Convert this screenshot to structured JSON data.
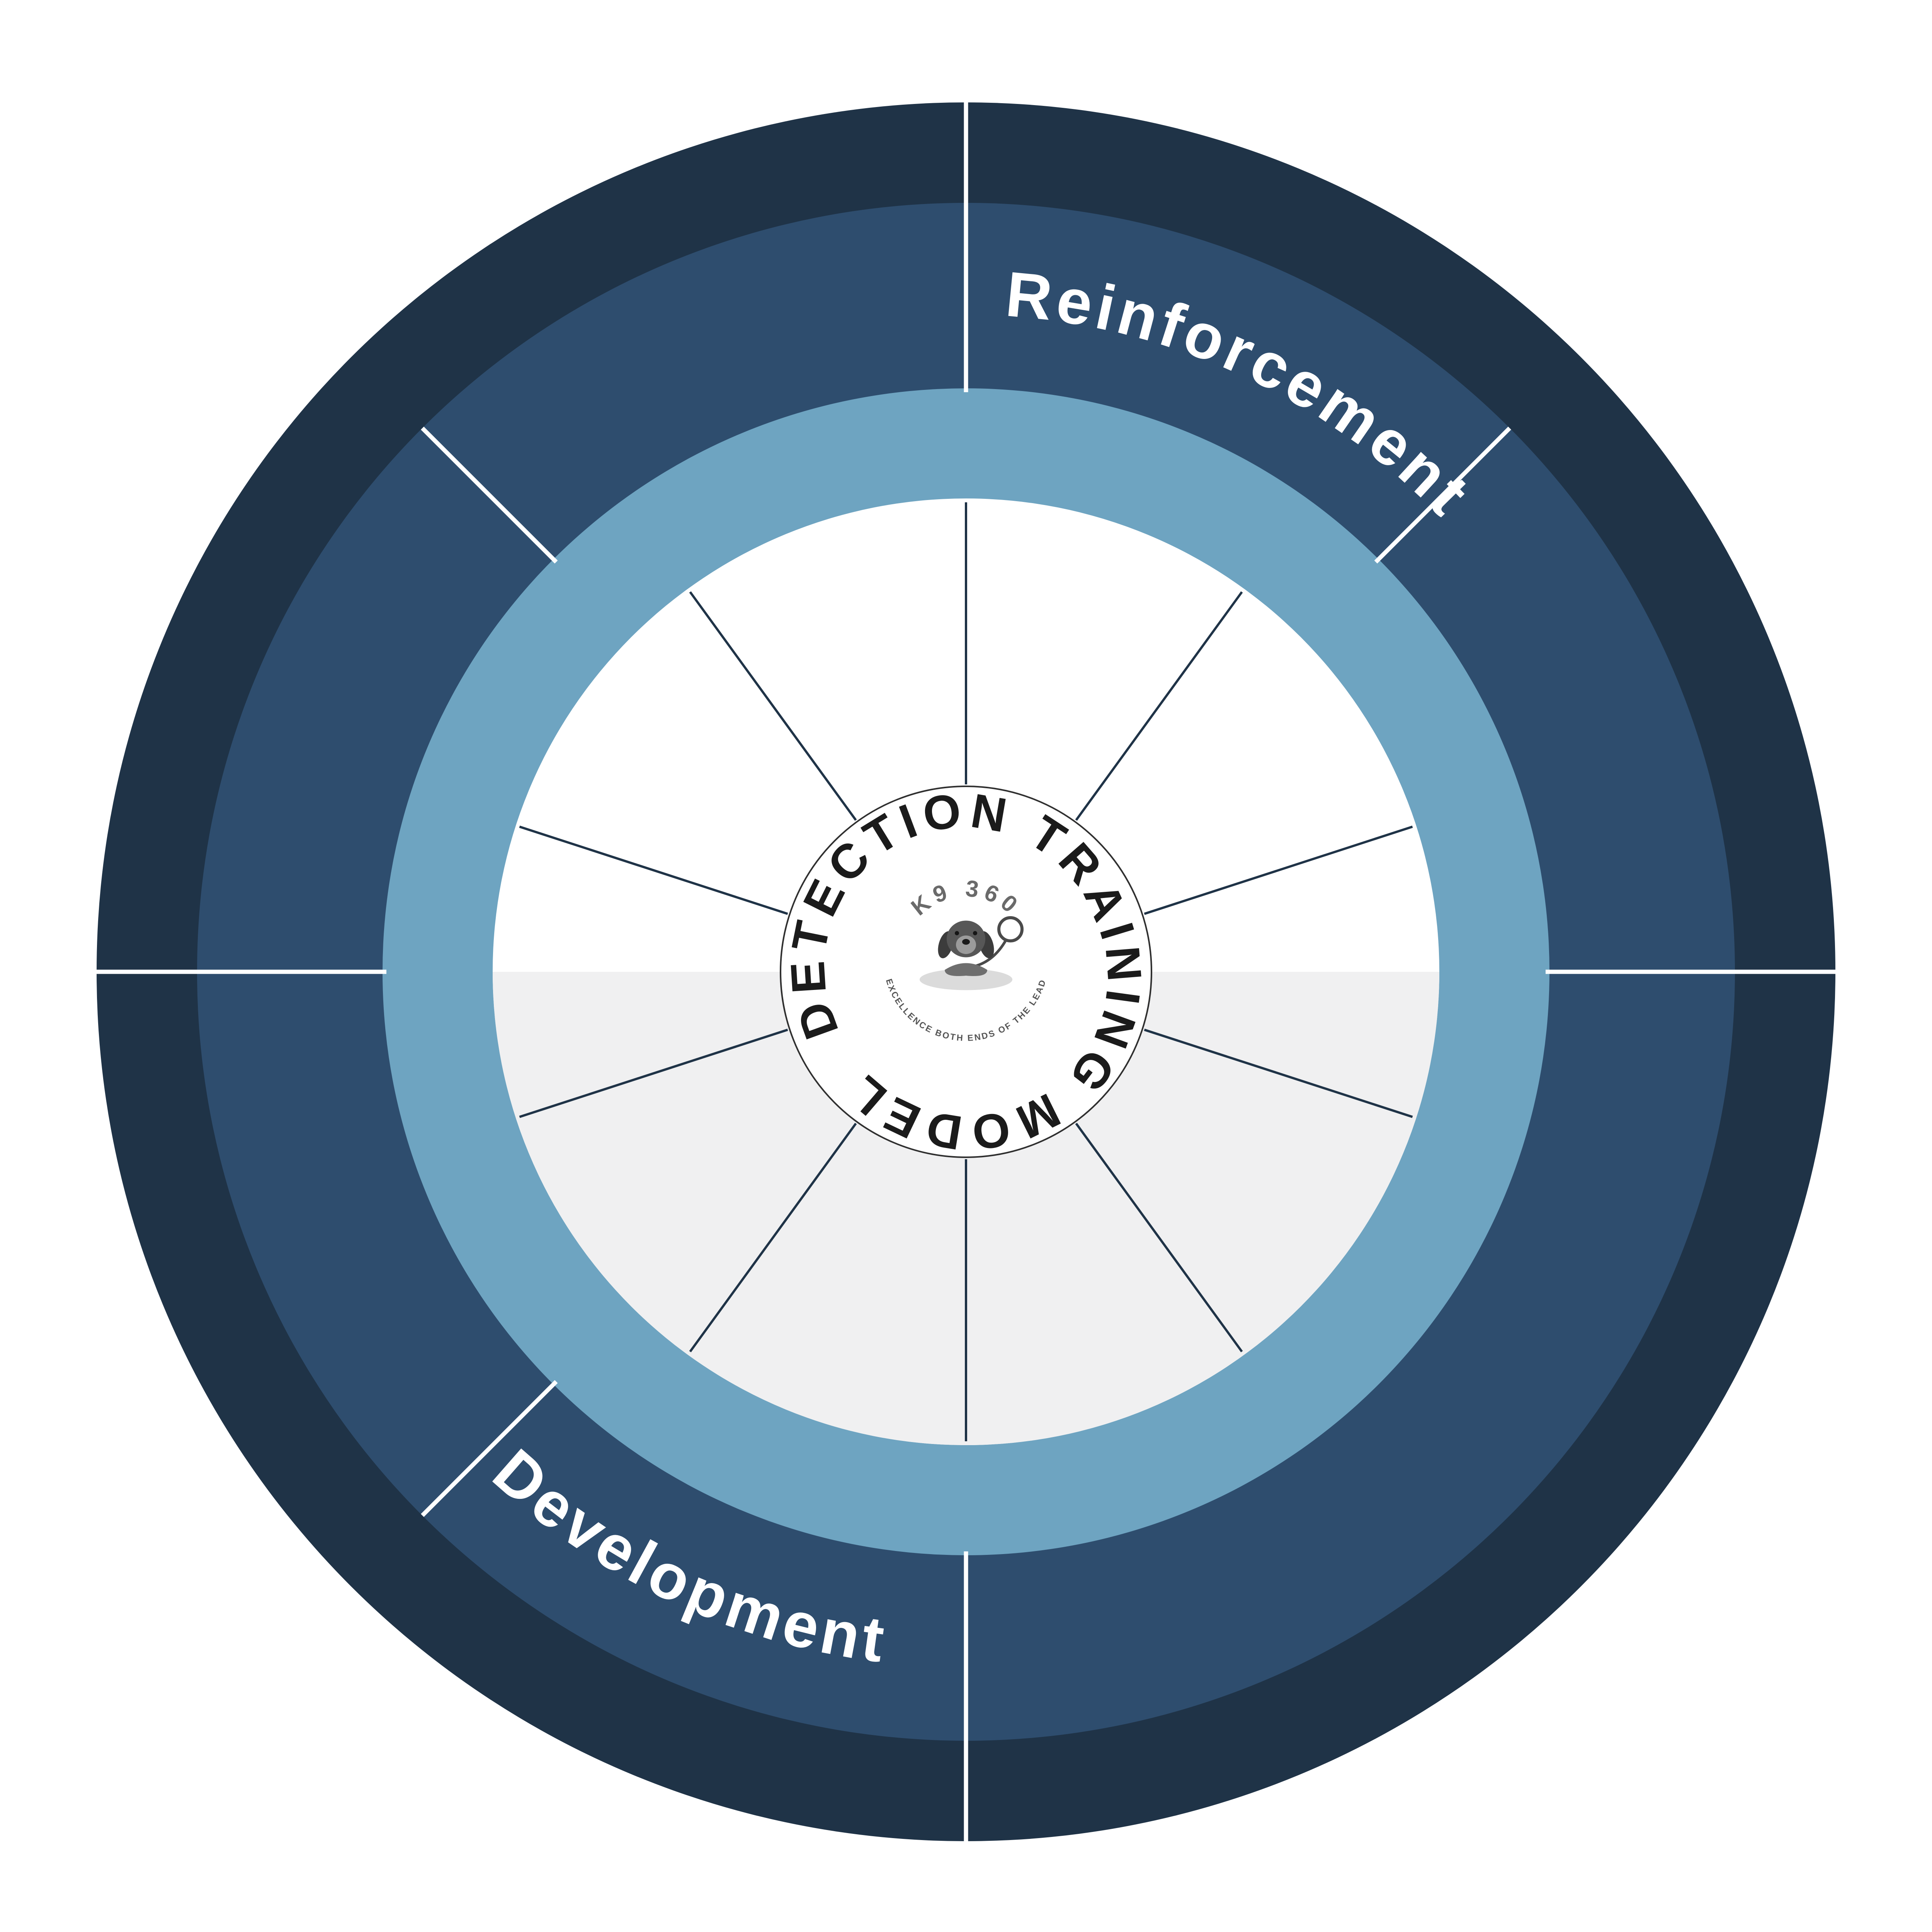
{
  "diagram": {
    "title": "DETECTION TRAINING MODEL",
    "ring_labels": [
      {
        "label": "Reinforcement",
        "position": "top-right"
      },
      {
        "label": "Development",
        "position": "bottom-left"
      }
    ],
    "logo": {
      "name": "K9 360",
      "tagline": "EXCELLENCE BOTH ENDS OF THE LEAD"
    },
    "structure": {
      "segment_divider_angles_deg": [
        0,
        45,
        90,
        135,
        180,
        225,
        270
      ],
      "inner_spoke_count": 10
    },
    "colors": {
      "outer_ring": "#1f3347",
      "segment_ring": "#2e4d6e",
      "accent_ring": "#6ea4c1",
      "inner_top": "#ffffff",
      "inner_bottom": "#f0f0f1",
      "divider": "#ffffff",
      "spoke": "#1f3347",
      "label_text": "#ffffff",
      "title_text": "#1b1b1b",
      "center_circle": "#ffffff",
      "center_circle_border": "#2f2f2f"
    }
  }
}
